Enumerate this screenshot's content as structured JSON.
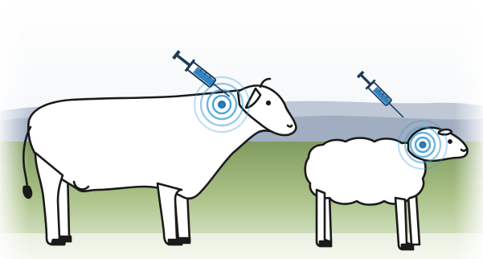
{
  "illustration": {
    "subjects": [
      "cow",
      "sheep"
    ],
    "colors": {
      "sky_top": "#ffffff",
      "sky_bottom": "#e9eef3",
      "hills": "#9ca8bd",
      "hills_far": "#b8c2d2",
      "grass": "#8ea86a",
      "grass_light": "#c8d8b0",
      "animal_fill": "#ffffff",
      "animal_outline": "#1a1a1a",
      "syringe_body": "#2f84c2",
      "syringe_outline": "#1e3a57",
      "injection_rings": "#3a9bd5"
    },
    "icons": [
      "cow-figure",
      "sheep-figure",
      "syringe-icon",
      "injection-target-icon"
    ]
  }
}
